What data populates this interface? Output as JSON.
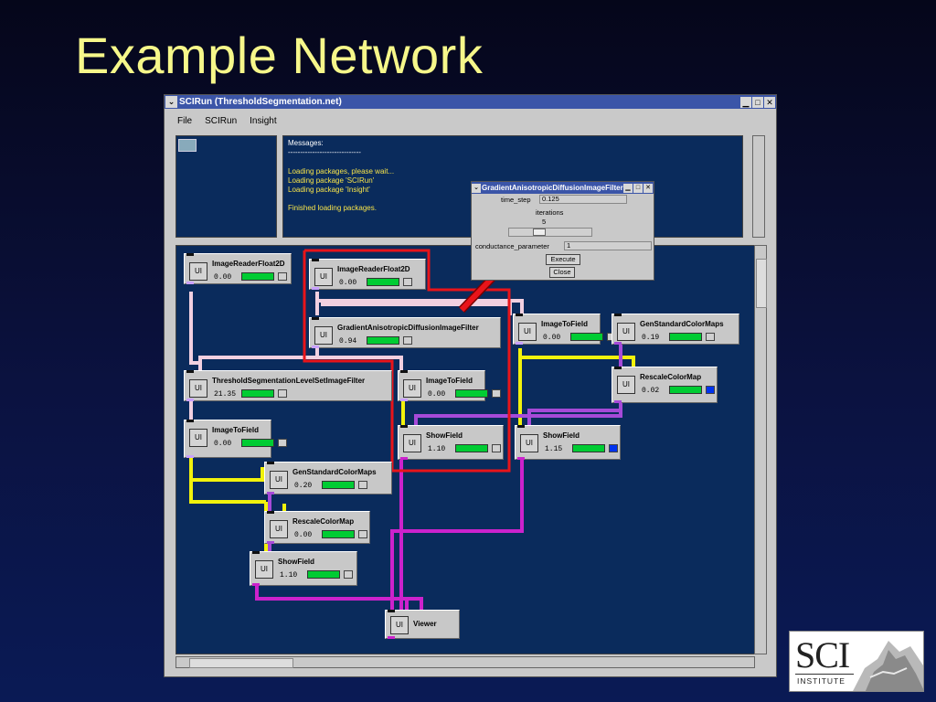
{
  "slide": {
    "title": "Example Network"
  },
  "window": {
    "title": "SCIRun (ThresholdSegmentation.net)",
    "menu": [
      "File",
      "SCIRun",
      "Insight"
    ]
  },
  "messages": {
    "header": "Messages:",
    "rule": "------------------------------",
    "lines": [
      "Loading packages, please wait...",
      "Loading package 'SCIRun'",
      "Loading package 'Insight'",
      "",
      "Finished loading packages."
    ]
  },
  "modules": [
    {
      "id": "m1",
      "name": "ImageReaderFloat2D",
      "time": "0.00",
      "box": "gray"
    },
    {
      "id": "m2",
      "name": "ImageReaderFloat2D",
      "time": "0.00",
      "box": "gray"
    },
    {
      "id": "m3",
      "name": "GradientAnisotropicDiffusionImageFilter",
      "time": "0.94",
      "box": "gray"
    },
    {
      "id": "m4",
      "name": "ImageToField",
      "time": "0.00",
      "box": "gray"
    },
    {
      "id": "m5",
      "name": "GenStandardColorMaps",
      "time": "0.19",
      "box": "gray"
    },
    {
      "id": "m6",
      "name": "RescaleColorMap",
      "time": "0.02",
      "box": "blue"
    },
    {
      "id": "m7",
      "name": "ThresholdSegmentationLevelSetImageFilter",
      "time": "21.35",
      "box": "gray"
    },
    {
      "id": "m8",
      "name": "ImageToField",
      "time": "0.00",
      "box": "gray"
    },
    {
      "id": "m9",
      "name": "ShowField",
      "time": "1.10",
      "box": "gray"
    },
    {
      "id": "m10",
      "name": "ShowField",
      "time": "1.15",
      "box": "blue"
    },
    {
      "id": "m11",
      "name": "ImageToField",
      "time": "0.00",
      "box": "gray"
    },
    {
      "id": "m12",
      "name": "GenStandardColorMaps",
      "time": "0.20",
      "box": "gray"
    },
    {
      "id": "m13",
      "name": "RescaleColorMap",
      "time": "0.00",
      "box": "gray"
    },
    {
      "id": "m14",
      "name": "ShowField",
      "time": "1.10",
      "box": "gray"
    },
    {
      "id": "m15",
      "name": "Viewer",
      "time": "",
      "box": "none"
    }
  ],
  "ui_label": "UI",
  "dialog": {
    "title": "GradientAnisotropicDiffusionImageFilter",
    "time_step_label": "time_step",
    "time_step_value": "0.125",
    "iterations_label": "iterations",
    "iterations_value": "5",
    "conductance_label": "conductance_parameter",
    "conductance_value": "1",
    "execute_label": "Execute",
    "close_label": "Close"
  },
  "logo": {
    "text": "SCI",
    "subtext": "INSTITUTE"
  },
  "colors": {
    "title_text": "#f6f78a",
    "canvas_bg": "#0a2b5c",
    "progress": "#00cc33",
    "highlight": "#e8141a",
    "wire_yellow": "#f2f20c",
    "wire_purple": "#a64ad8",
    "wire_pink": "#f2d0e0",
    "wire_magenta": "#cc22cc"
  },
  "icons": {
    "window_menu": "chevron-down-icon",
    "minimize": "minimize-icon",
    "maximize": "maximize-icon",
    "close": "close-icon"
  }
}
